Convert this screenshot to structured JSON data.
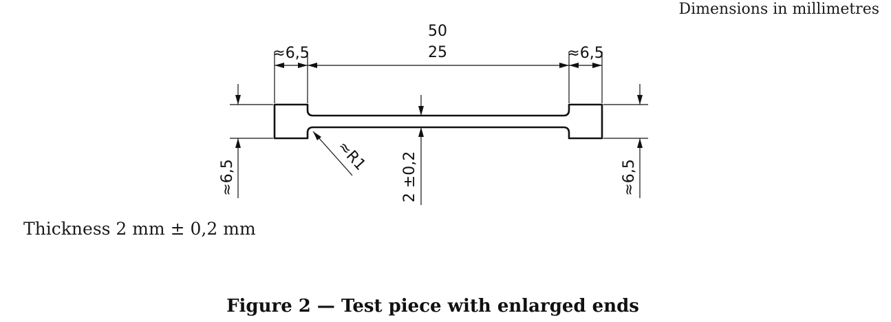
{
  "header": {
    "units_note": "Dimensions in millimetres"
  },
  "drawing": {
    "overall_length": "50",
    "narrow_length": "25",
    "end_length_left": "≈6,5",
    "end_length_right": "≈6,5",
    "end_width_left": "≈6,5",
    "end_width_right": "≈6,5",
    "radius": "≈R1",
    "narrow_width": "2 ±0,2"
  },
  "body": {
    "thickness_note": "Thickness 2 mm ± 0,2 mm"
  },
  "figure": {
    "caption": "Figure 2 — Test piece with enlarged ends"
  }
}
